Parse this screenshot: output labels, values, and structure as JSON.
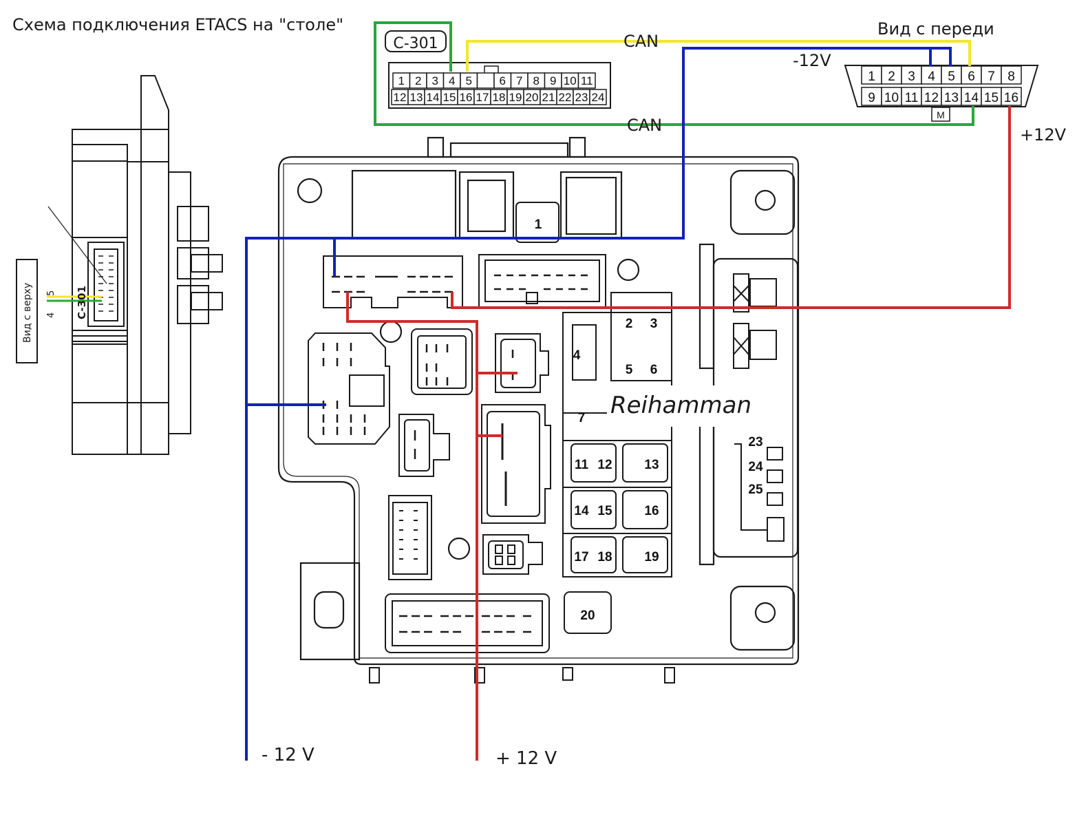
{
  "title": "Схема подключения ETACS на \"столе\"",
  "front_view": "Вид с переди",
  "top_view": "Вид с верху",
  "connector_name": "C-301",
  "side_connector_label": "C-301",
  "side_pin_5": "5",
  "side_pin_4": "4",
  "c301_pins_top": [
    "1",
    "2",
    "3",
    "4",
    "5",
    "",
    "6",
    "7",
    "8",
    "9",
    "10",
    "11"
  ],
  "c301_pins_bottom": [
    "12",
    "13",
    "14",
    "15",
    "16",
    "17",
    "18",
    "19",
    "20",
    "21",
    "22",
    "23",
    "24"
  ],
  "obd_pins_top": [
    "1",
    "2",
    "3",
    "4",
    "5",
    "6",
    "7",
    "8"
  ],
  "obd_pins_bottom": [
    "9",
    "10",
    "11",
    "12",
    "13",
    "14",
    "15",
    "16"
  ],
  "obd_key": "M",
  "wire_labels": {
    "can_top": "CAN",
    "can_bottom": "CAN",
    "minus_obd": "-12V",
    "plus_obd": "+12V",
    "minus_bottom": "- 12 V",
    "plus_bottom": "+ 12 V"
  },
  "fuses": [
    "1",
    "2",
    "3",
    "4",
    "5",
    "6",
    "7",
    "11",
    "12",
    "13",
    "14",
    "15",
    "16",
    "17",
    "18",
    "19",
    "20",
    "23",
    "24",
    "25"
  ],
  "watermark": "Reihamman",
  "colors": {
    "can_high": "#f2e62e",
    "can_low": "#27a83a",
    "ground": "#1222b8",
    "power": "#d02a2a",
    "outline": "#1a1a1a"
  }
}
